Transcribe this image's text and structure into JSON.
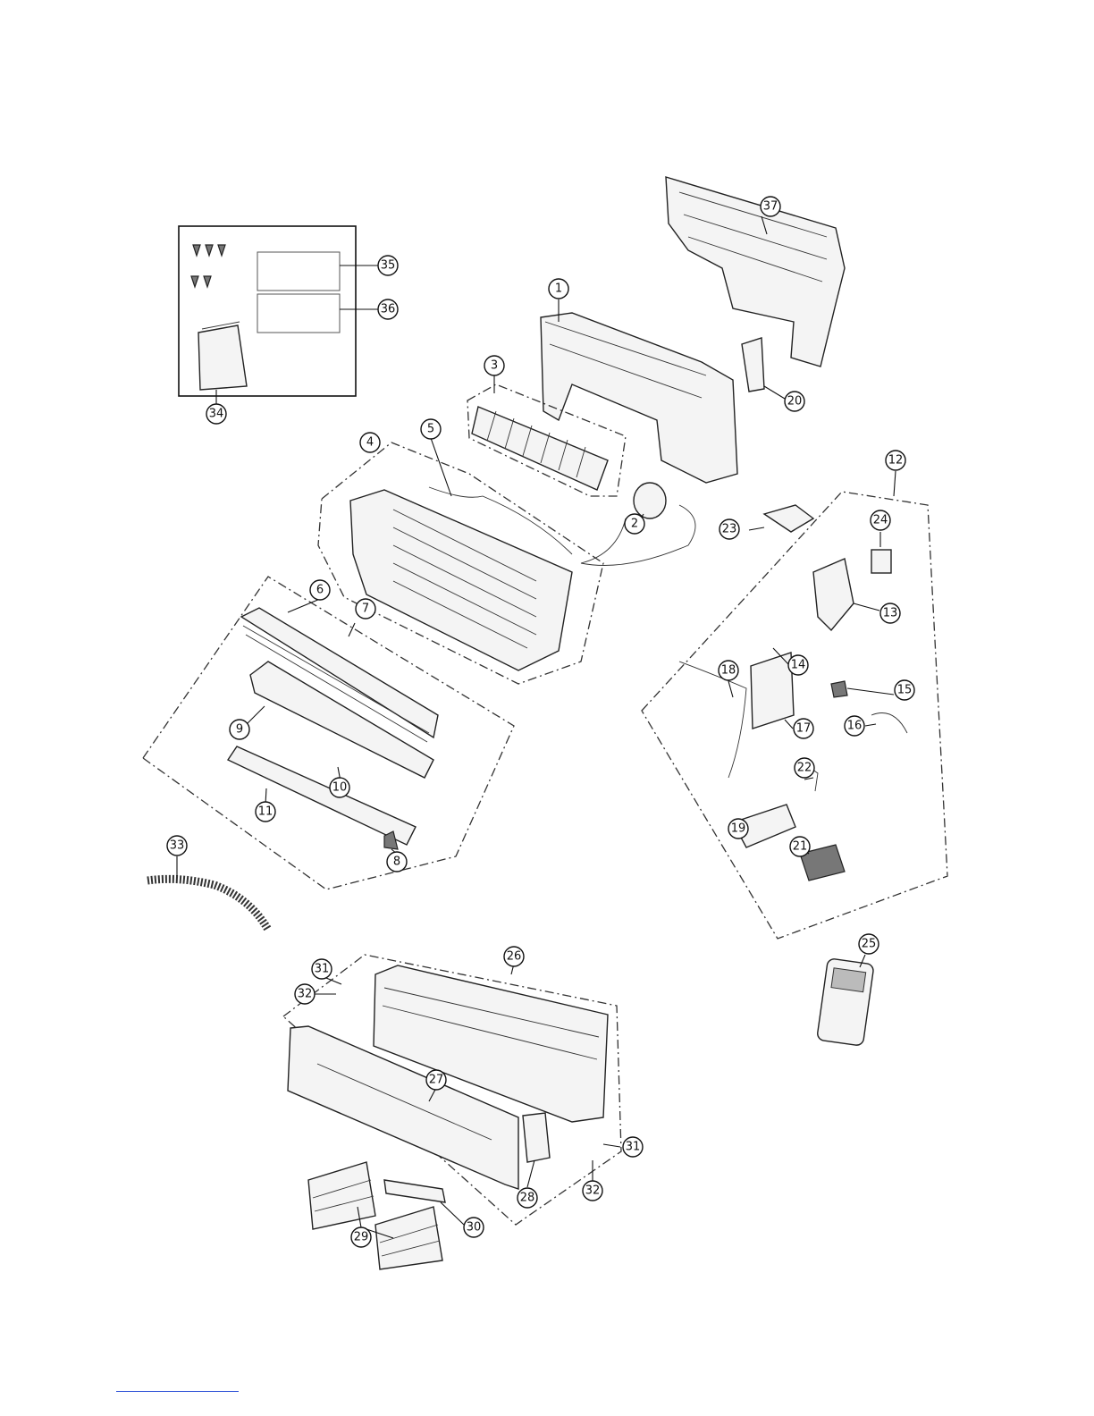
{
  "callouts": [
    {
      "id": "c1",
      "label": "1"
    },
    {
      "id": "c2",
      "label": "2"
    },
    {
      "id": "c3",
      "label": "3"
    },
    {
      "id": "c4",
      "label": "4"
    },
    {
      "id": "c5",
      "label": "5"
    },
    {
      "id": "c6",
      "label": "6"
    },
    {
      "id": "c7",
      "label": "7"
    },
    {
      "id": "c8",
      "label": "8"
    },
    {
      "id": "c9",
      "label": "9"
    },
    {
      "id": "c10",
      "label": "10"
    },
    {
      "id": "c11",
      "label": "11"
    },
    {
      "id": "c12",
      "label": "12"
    },
    {
      "id": "c13",
      "label": "13"
    },
    {
      "id": "c14",
      "label": "14"
    },
    {
      "id": "c15",
      "label": "15"
    },
    {
      "id": "c16",
      "label": "16"
    },
    {
      "id": "c17",
      "label": "17"
    },
    {
      "id": "c18",
      "label": "18"
    },
    {
      "id": "c19",
      "label": "19"
    },
    {
      "id": "c20",
      "label": "20"
    },
    {
      "id": "c21",
      "label": "21"
    },
    {
      "id": "c22",
      "label": "22"
    },
    {
      "id": "c23",
      "label": "23"
    },
    {
      "id": "c24",
      "label": "24"
    },
    {
      "id": "c25",
      "label": "25"
    },
    {
      "id": "c26",
      "label": "26"
    },
    {
      "id": "c27",
      "label": "27"
    },
    {
      "id": "c28",
      "label": "28"
    },
    {
      "id": "c29",
      "label": "29"
    },
    {
      "id": "c30",
      "label": "30"
    },
    {
      "id": "c31a",
      "label": "31"
    },
    {
      "id": "c31b",
      "label": "31"
    },
    {
      "id": "c32a",
      "label": "32"
    },
    {
      "id": "c32b",
      "label": "32"
    },
    {
      "id": "c33",
      "label": "33"
    },
    {
      "id": "c34",
      "label": "34"
    },
    {
      "id": "c35",
      "label": "35"
    },
    {
      "id": "c36",
      "label": "36"
    },
    {
      "id": "c37",
      "label": "37"
    }
  ],
  "colors": {
    "line": "#111111",
    "footer_rule": "#2a4fd6"
  }
}
